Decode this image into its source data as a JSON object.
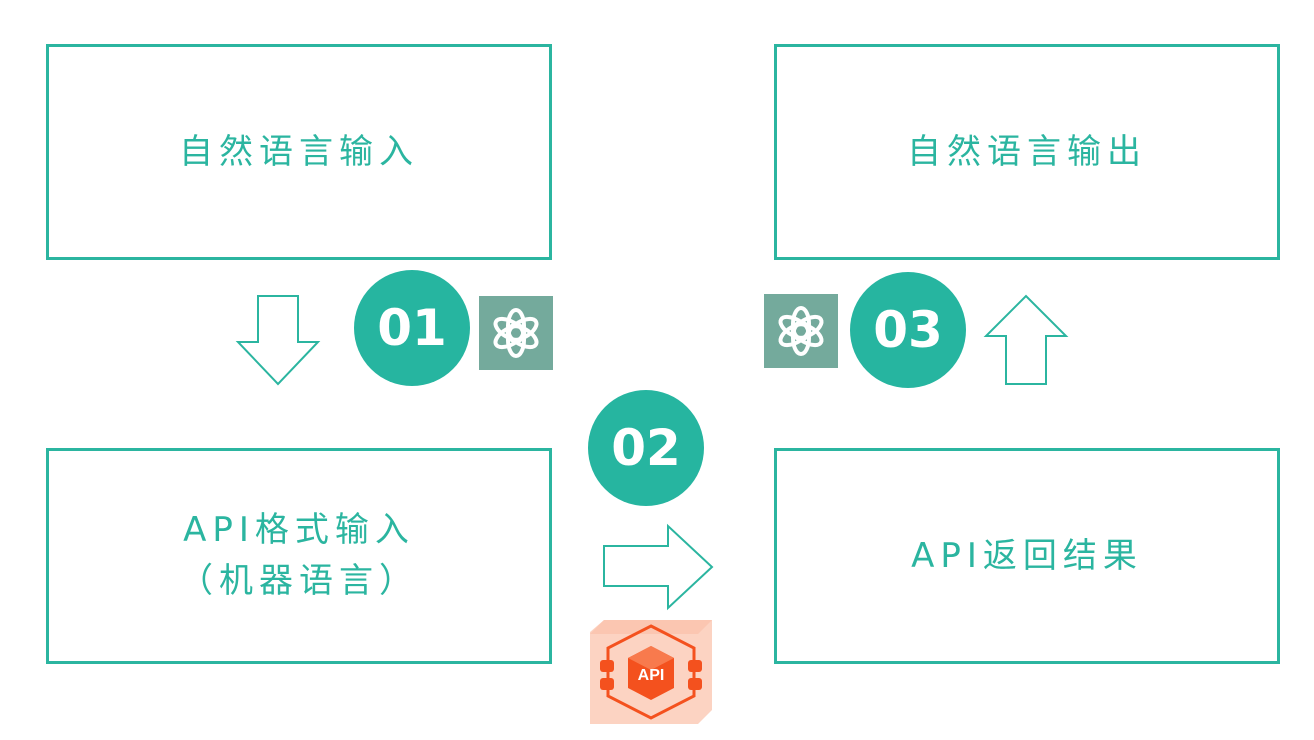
{
  "boxes": {
    "natural_input": "自然语言输入",
    "natural_output": "自然语言输出",
    "api_input_line1": "API格式输入",
    "api_input_line2": "（机器语言）",
    "api_result": "API返回结果"
  },
  "steps": [
    "01",
    "02",
    "03"
  ],
  "icons": {
    "openai": "openai-logo-icon",
    "api": "api-cube-icon"
  },
  "api_logo_text": "API",
  "colors": {
    "accent": "#26b5a0",
    "openai_bg": "#74aa9c",
    "api_orange": "#f4511e"
  }
}
